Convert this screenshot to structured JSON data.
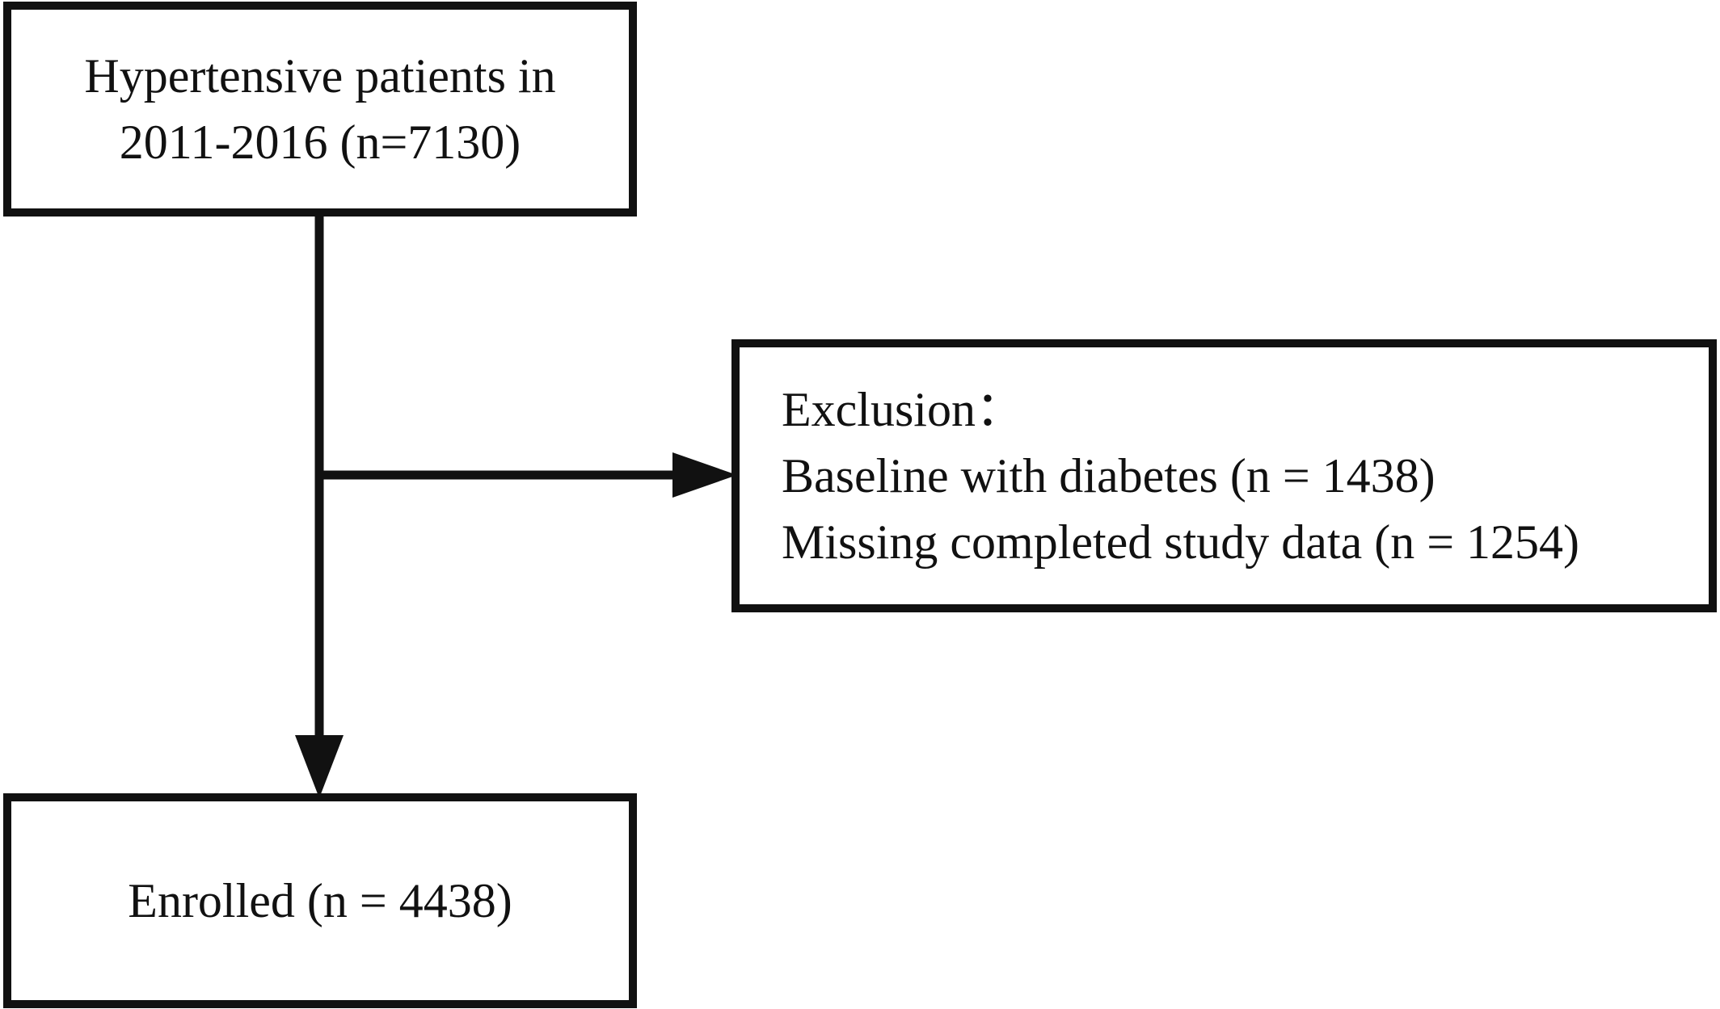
{
  "flowchart": {
    "start_box": {
      "lines": [
        "Hypertensive patients in",
        "2011-2016 (n=7130)"
      ]
    },
    "exclusion_box": {
      "heading": "Exclusion：",
      "items": [
        "Baseline with diabetes (n = 1438)",
        "Missing completed study data (n = 1254)"
      ]
    },
    "enrolled_box": {
      "label": "Enrolled (n = 4438)"
    },
    "colors": {
      "stroke": "#111111",
      "background": "#ffffff"
    }
  }
}
